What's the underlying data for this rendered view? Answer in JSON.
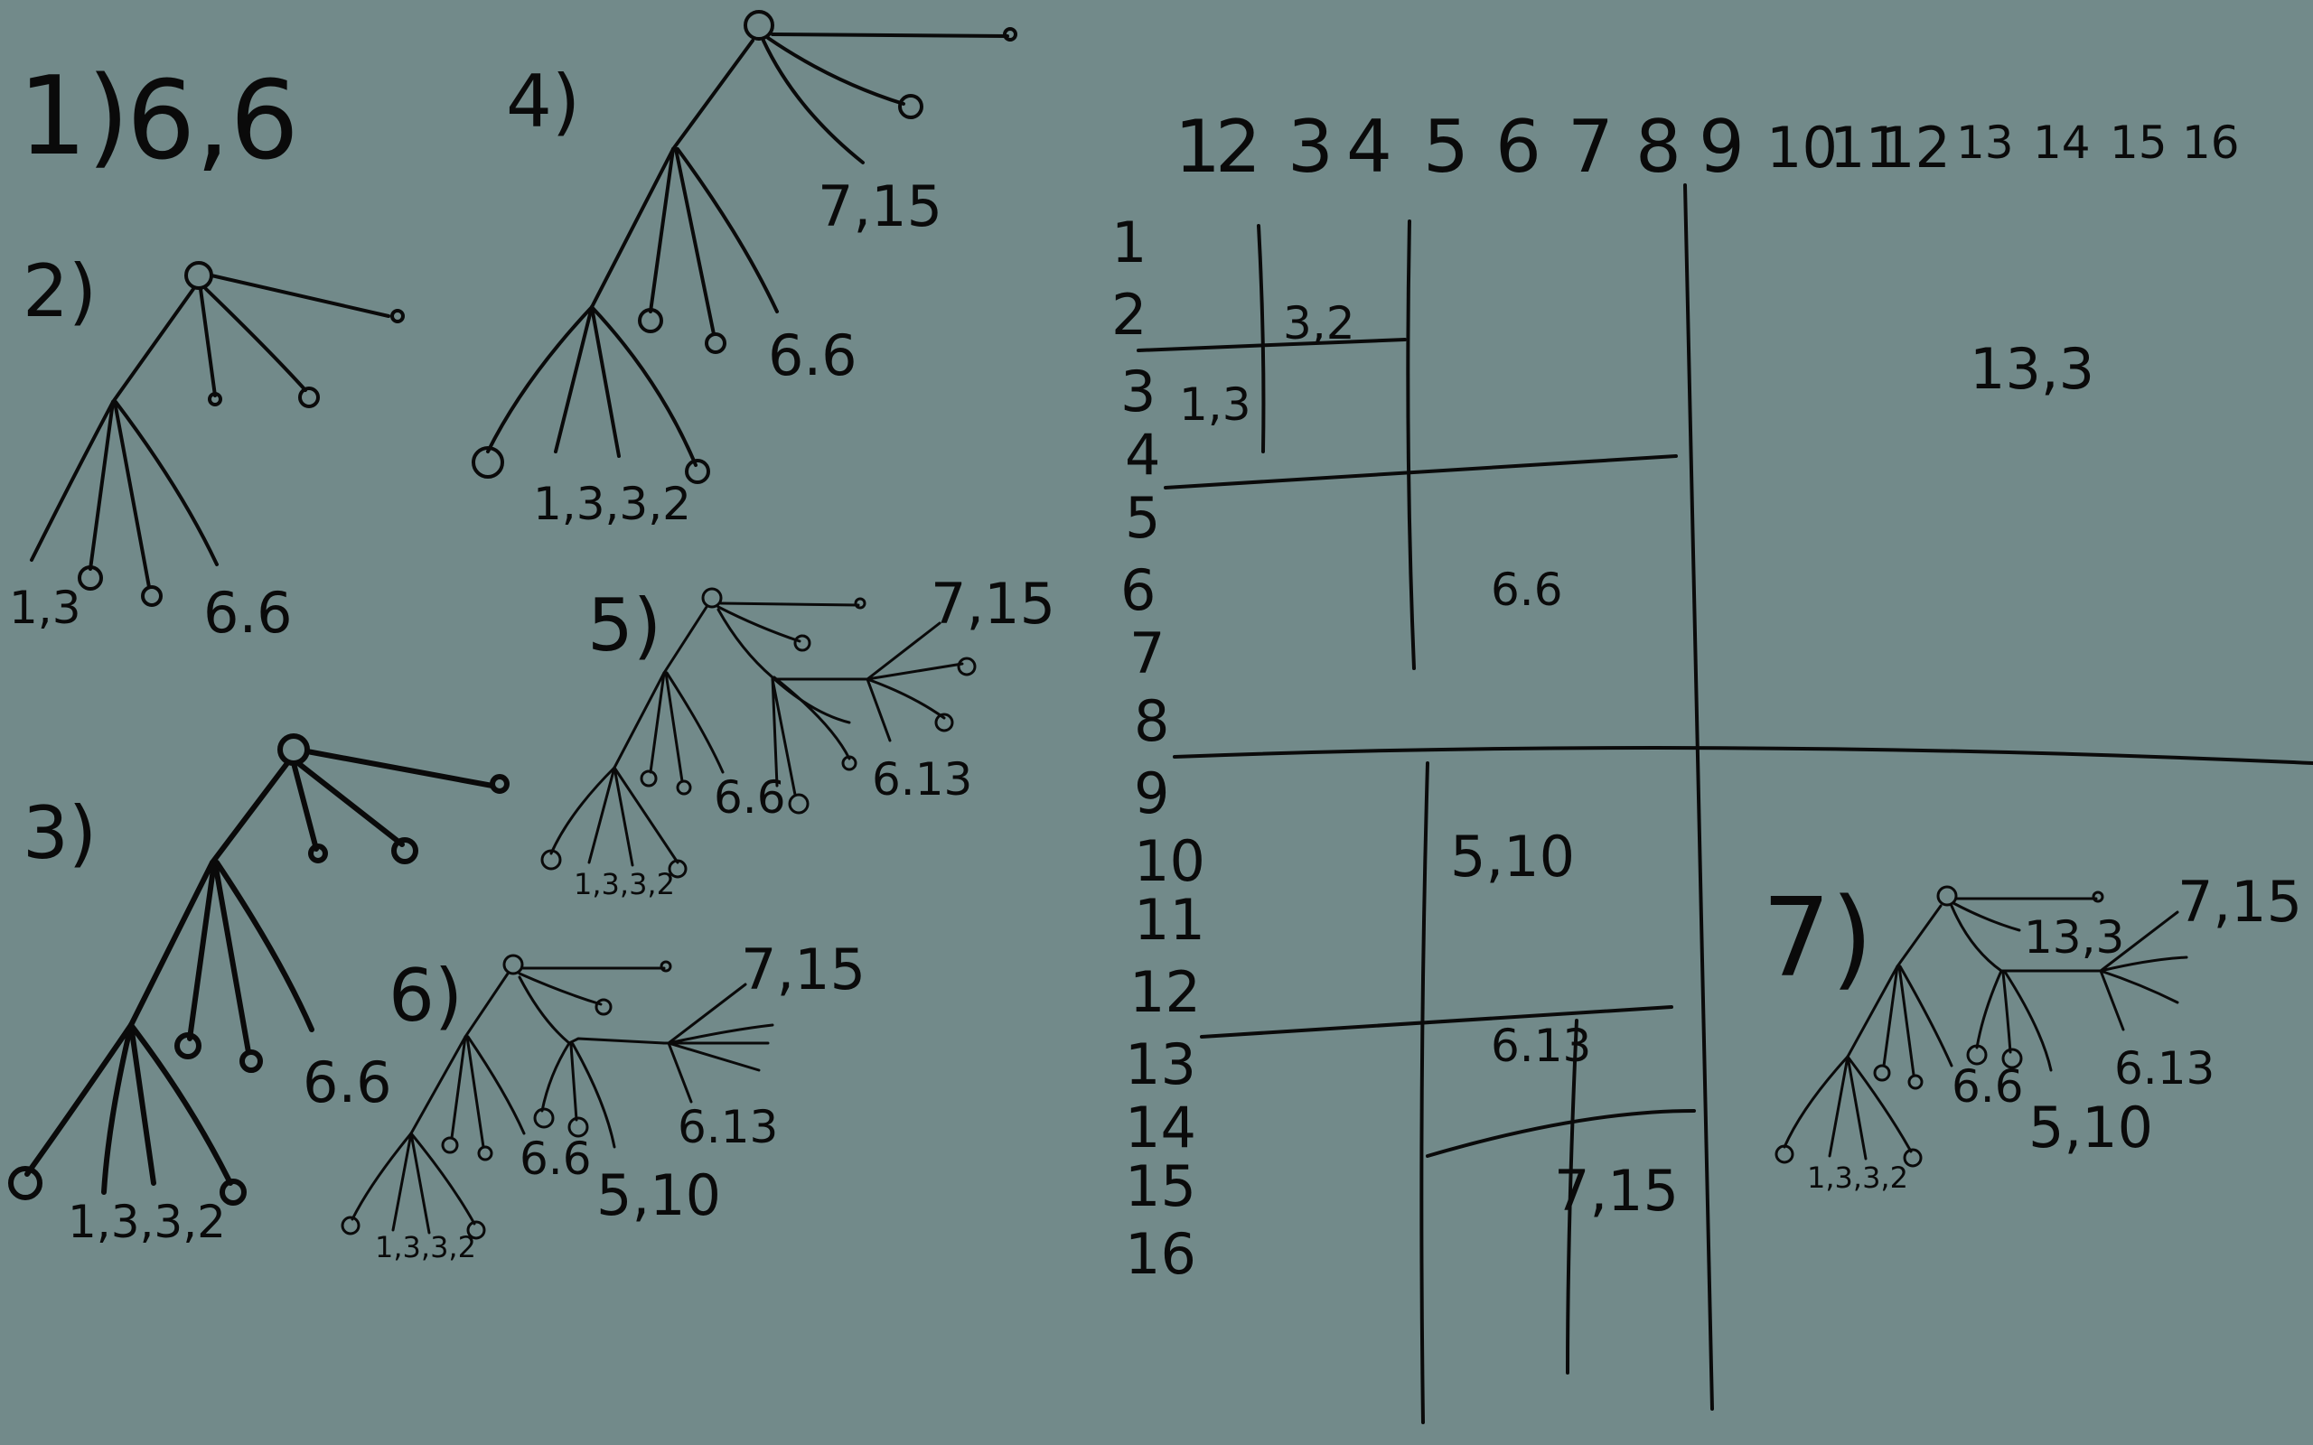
{
  "title": {
    "mark": "1)",
    "value": "6,6"
  },
  "trees": [
    {
      "id": "2",
      "mark": "2)",
      "labels": [
        "1,3",
        "6.6"
      ]
    },
    {
      "id": "3",
      "mark": "3)",
      "labels": [
        "6.6",
        "1,3,3,2"
      ]
    },
    {
      "id": "4",
      "mark": "4)",
      "labels": [
        "7,15",
        "6.6",
        "1,3,3,2"
      ]
    },
    {
      "id": "5",
      "mark": "5)",
      "labels": [
        "7,15",
        "6.6",
        "6.13",
        "1,3,3,2"
      ]
    },
    {
      "id": "6",
      "mark": "6)",
      "labels": [
        "7,15",
        "6.6",
        "6.13",
        "5,10",
        "1,3,3,2"
      ]
    },
    {
      "id": "7",
      "mark": "7)",
      "labels": [
        "13,3",
        "7,15",
        "6.6",
        "6.13",
        "5,10",
        "1,3,3,2"
      ]
    }
  ],
  "grid": {
    "columns": [
      "1",
      "2",
      "3",
      "4",
      "5",
      "6",
      "7",
      "8",
      "9",
      "10",
      "11",
      "12",
      "13",
      "14",
      "15",
      "16"
    ],
    "rows": [
      "1",
      "2",
      "3",
      "4",
      "5",
      "6",
      "7",
      "8",
      "9",
      "10",
      "11",
      "12",
      "13",
      "14",
      "15",
      "16"
    ],
    "regions": [
      "3,2",
      "1,3",
      "6.6",
      "13,3",
      "5,10",
      "6.13",
      "7,15"
    ]
  }
}
